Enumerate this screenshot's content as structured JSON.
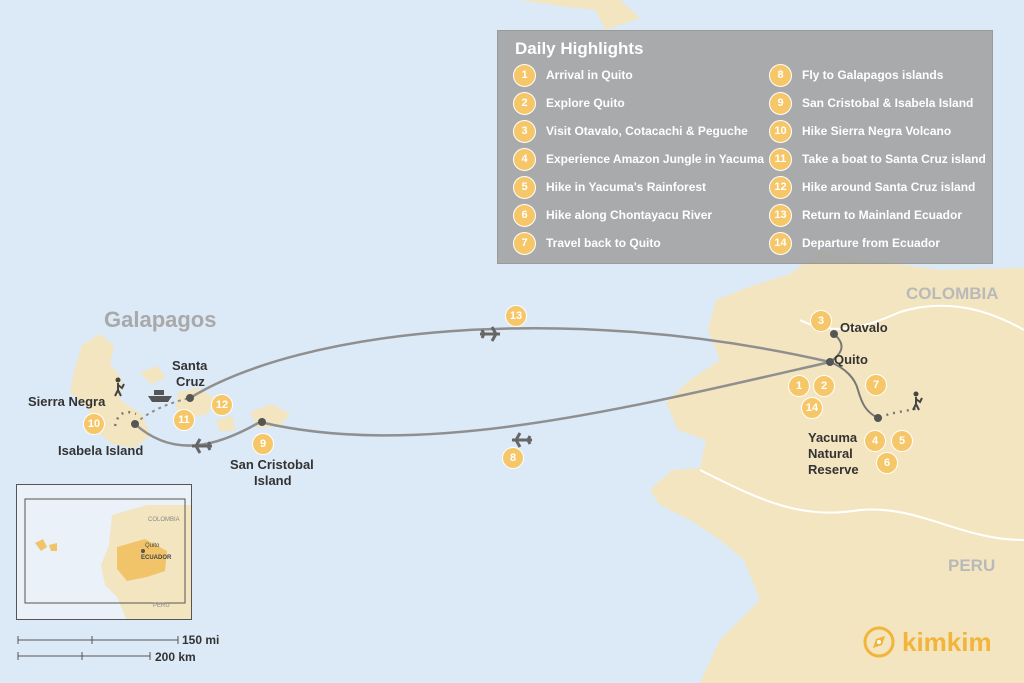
{
  "legend": {
    "title": "Daily Highlights",
    "items": [
      {
        "num": "1",
        "label": "Arrival in Quito"
      },
      {
        "num": "2",
        "label": "Explore Quito"
      },
      {
        "num": "3",
        "label": "Visit Otavalo, Cotacachi & Peguche"
      },
      {
        "num": "4",
        "label": "Experience Amazon Jungle in Yacuma"
      },
      {
        "num": "5",
        "label": "Hike in Yacuma's Rainforest"
      },
      {
        "num": "6",
        "label": "Hike along Chontayacu River"
      },
      {
        "num": "7",
        "label": "Travel back to Quito"
      },
      {
        "num": "8",
        "label": "Fly to Galapagos islands"
      },
      {
        "num": "9",
        "label": "San Cristobal & Isabela Island"
      },
      {
        "num": "10",
        "label": "Hike Sierra Negra Volcano"
      },
      {
        "num": "11",
        "label": "Take a boat to Santa Cruz island"
      },
      {
        "num": "12",
        "label": "Hike around Santa Cruz island"
      },
      {
        "num": "13",
        "label": "Return to Mainland Ecuador"
      },
      {
        "num": "14",
        "label": "Departure from Ecuador"
      }
    ]
  },
  "places": {
    "galapagos": "Galapagos",
    "sierra_negra": "Sierra Negra",
    "santa_cruz_1": "Santa",
    "santa_cruz_2": "Cruz",
    "isabela": "Isabela Island",
    "san_cristobal_1": "San Cristobal",
    "san_cristobal_2": "Island",
    "otavalo": "Otavalo",
    "quito": "Quito",
    "yacuma_1": "Yacuma",
    "yacuma_2": "Natural",
    "yacuma_3": "Reserve",
    "colombia": "COLOMBIA",
    "peru": "PERU"
  },
  "badges": {
    "b1": "1",
    "b2": "2",
    "b3": "3",
    "b4": "4",
    "b5": "5",
    "b6": "6",
    "b7": "7",
    "b8": "8",
    "b9": "9",
    "b10": "10",
    "b11": "11",
    "b12": "12",
    "b13": "13",
    "b14": "14"
  },
  "inset": {
    "colombia": "COLOMBIA",
    "ecuador": "ECUADOR",
    "quito": "Quito",
    "peru": "PERU"
  },
  "scale": {
    "miles": "150 mi",
    "km": "200 km"
  },
  "brand": {
    "name": "kimkim"
  },
  "colors": {
    "ocean": "#dce9f6",
    "land": "#f3e5c0",
    "badge": "#f6c769",
    "route": "#8f8f8f",
    "brand": "#f2b43a"
  }
}
